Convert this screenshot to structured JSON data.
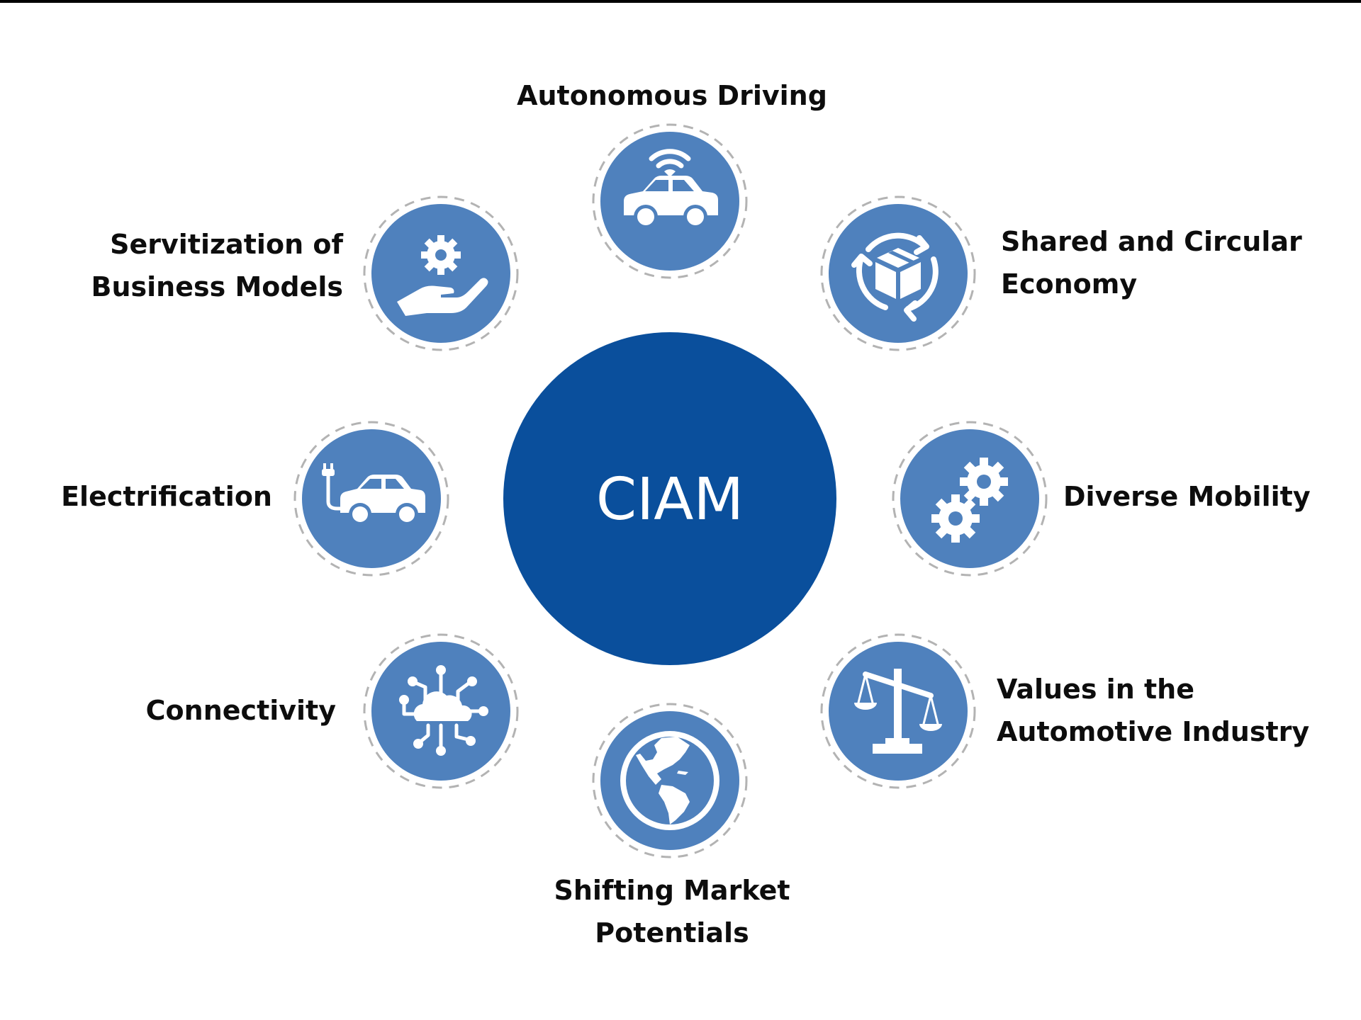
{
  "diagram": {
    "center": {
      "label": "CIAM",
      "color": "#0a4f9c"
    },
    "node_color": "#4f81bd",
    "ring_color": "#b3b3b3",
    "nodes": [
      {
        "id": "autonomous-driving",
        "lines": [
          "Autonomous Driving"
        ],
        "icon": "autonomous-car-wifi-icon"
      },
      {
        "id": "shared-circular-economy",
        "lines": [
          "Shared and Circular",
          "Economy"
        ],
        "icon": "box-recycle-icon"
      },
      {
        "id": "diverse-mobility",
        "lines": [
          "Diverse Mobility"
        ],
        "icon": "gears-icon"
      },
      {
        "id": "values-automotive-industry",
        "lines": [
          "Values in the",
          "Automotive Industry"
        ],
        "icon": "scales-icon"
      },
      {
        "id": "shifting-market-potentials",
        "lines": [
          "Shifting Market",
          "Potentials"
        ],
        "icon": "globe-icon"
      },
      {
        "id": "connectivity",
        "lines": [
          "Connectivity"
        ],
        "icon": "cloud-network-icon"
      },
      {
        "id": "electrification",
        "lines": [
          "Electrification"
        ],
        "icon": "electric-car-plug-icon"
      },
      {
        "id": "servitization-business-models",
        "lines": [
          "Servitization of",
          "Business Models"
        ],
        "icon": "hand-gear-icon"
      }
    ]
  }
}
